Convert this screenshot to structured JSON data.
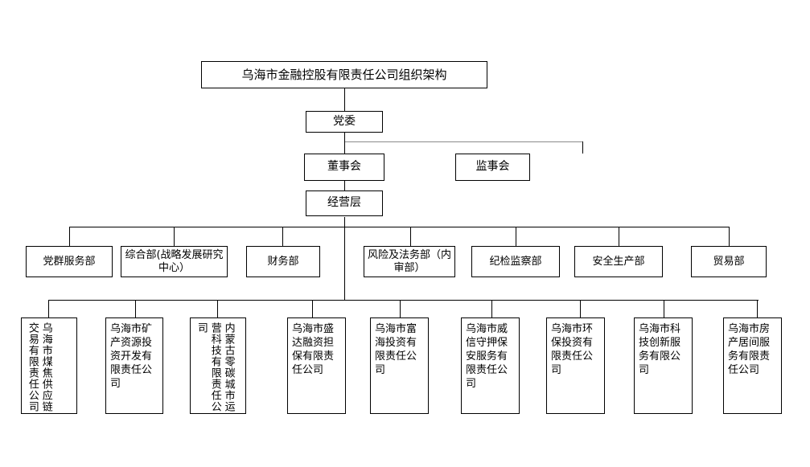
{
  "chart": {
    "type": "org-chart",
    "title": "乌海市金融控股有限责任公司组织架构",
    "levels": {
      "party": "党委",
      "board": "董事会",
      "supervisors": "监事会",
      "management": "经营层"
    },
    "departments": [
      "党群服务部",
      "综合部(战略发展研究中心）",
      "财务部",
      "风险及法务部（内审部）",
      "纪检监察部",
      "安全生产部",
      "贸易部"
    ],
    "subsidiaries": [
      "乌海市煤焦供应链交易有限责任公司",
      "乌海市矿产资源投资开发有限责任公司",
      "内蒙古零碳城市运营科技有限责任公司",
      "乌海市盛达融资担保有限责任公司",
      "乌海市富海投资有限责任公司",
      "乌海市威信守押保安服务有限责任公司",
      "乌海市环保投资有限责任公司",
      "乌海市科技创新服务有限公司",
      "乌海市房产居间服务有限责任公司"
    ]
  },
  "colors": {
    "background": "#ffffff",
    "line": "#000000",
    "line_soft": "#8a8a8a",
    "text": "#000000"
  }
}
